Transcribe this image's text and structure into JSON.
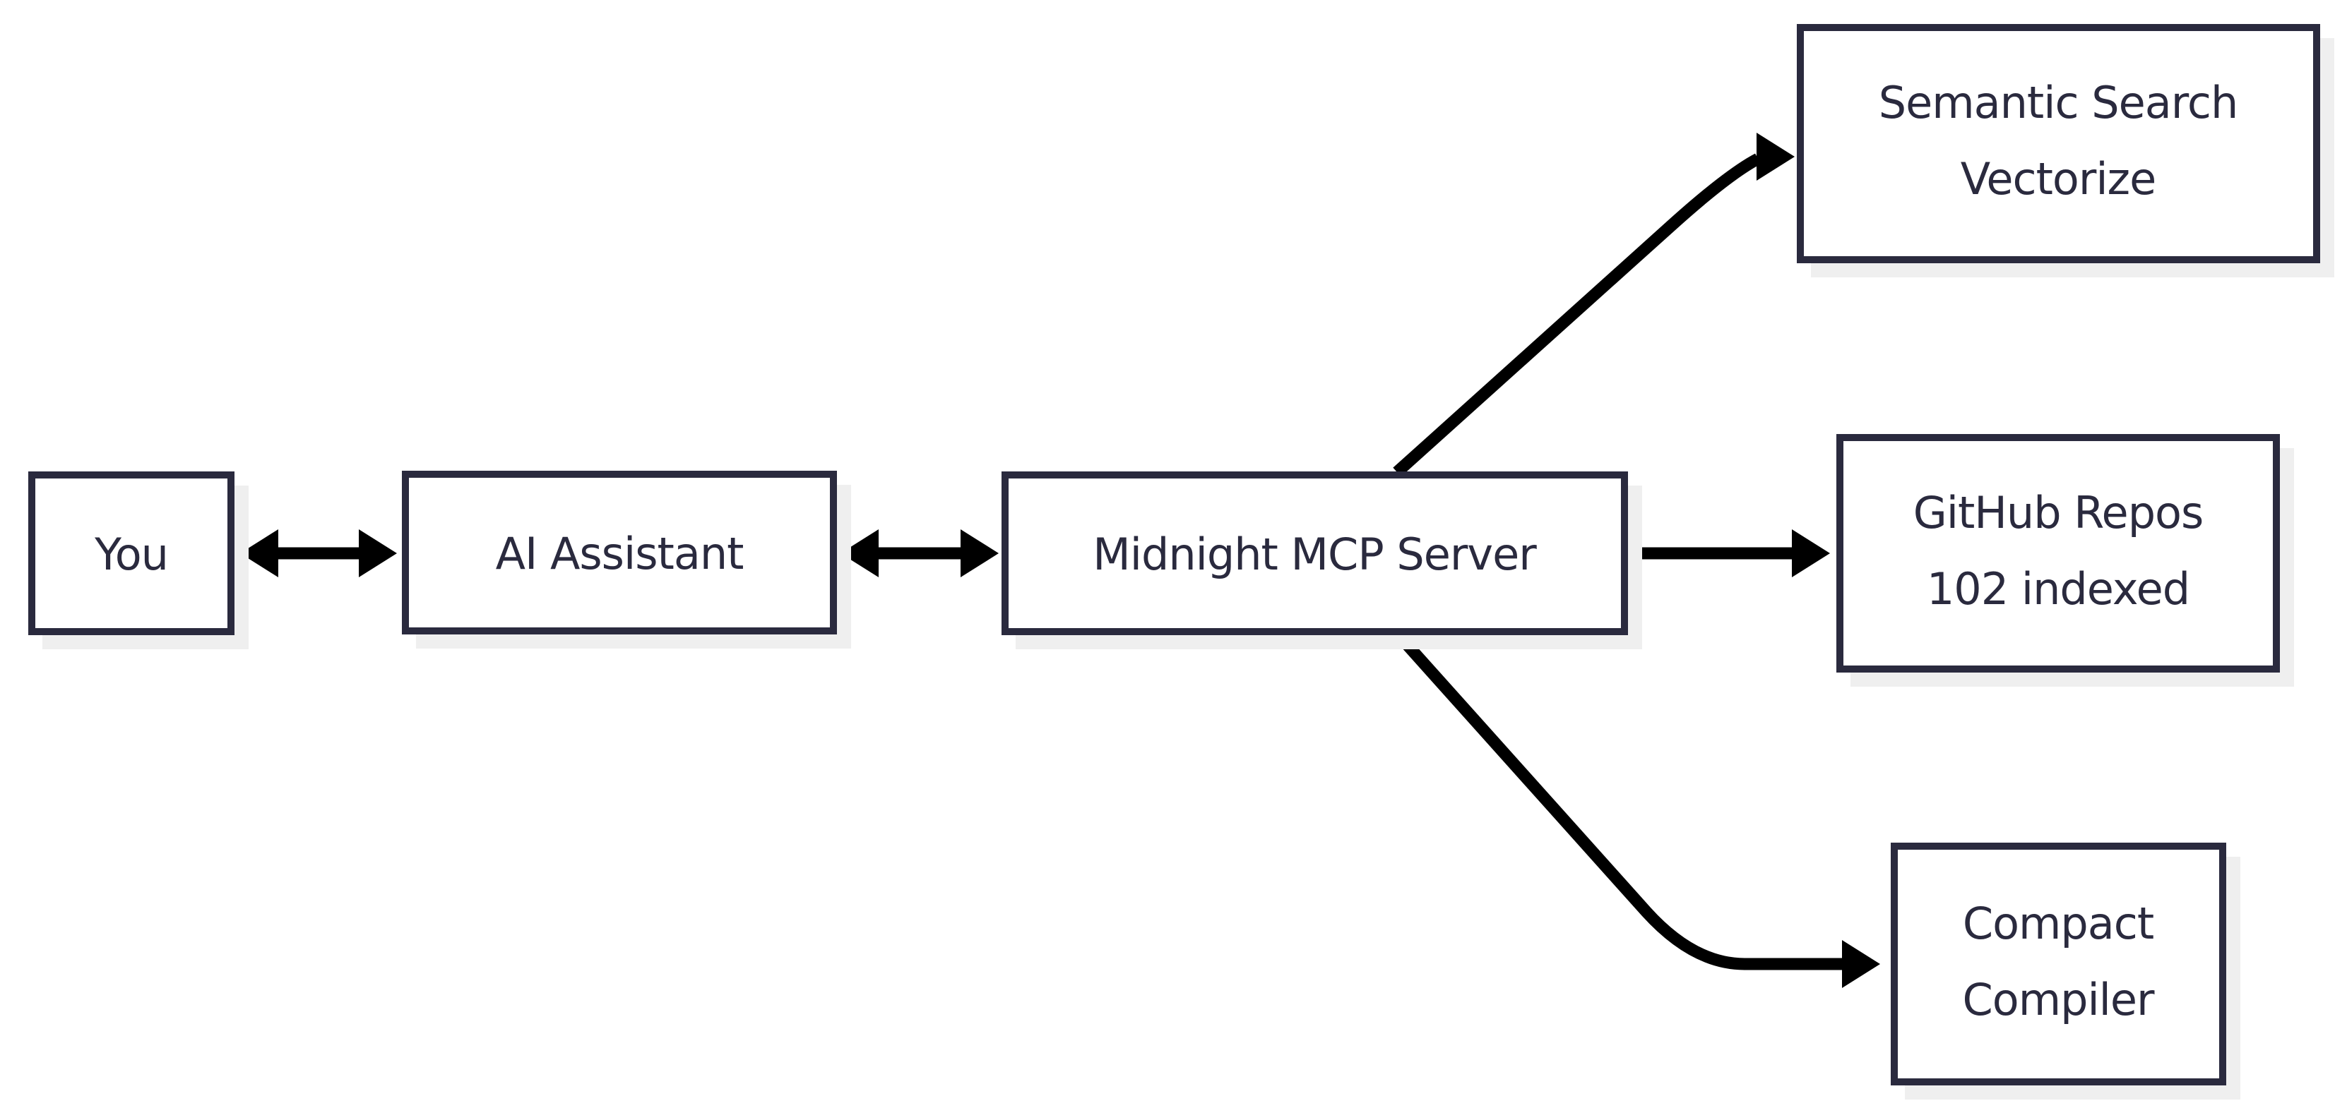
{
  "diagram": {
    "colors": {
      "page_bg": "#ffffff",
      "node_fill": "#ffffff",
      "node_border": "#2a2a3e",
      "node_shadow": "#efefef",
      "text_color": "#2a2a3e",
      "arrow_color": "#000000"
    },
    "nodes": [
      {
        "id": "you",
        "label": "You"
      },
      {
        "id": "ai-assistant",
        "label": "AI Assistant"
      },
      {
        "id": "mcp-server",
        "label": "Midnight MCP Server"
      },
      {
        "id": "semantic-search",
        "label_line1": "Semantic Search",
        "label_line2": "Vectorize"
      },
      {
        "id": "github-repos",
        "label_line1": "GitHub Repos",
        "label_line2": "102 indexed"
      },
      {
        "id": "compact-compiler",
        "label_line1": "Compact",
        "label_line2": "Compiler"
      }
    ],
    "edges": [
      {
        "from": "you",
        "to": "ai-assistant",
        "direction": "bidirectional"
      },
      {
        "from": "ai-assistant",
        "to": "mcp-server",
        "direction": "bidirectional"
      },
      {
        "from": "mcp-server",
        "to": "semantic-search",
        "direction": "one-way"
      },
      {
        "from": "mcp-server",
        "to": "github-repos",
        "direction": "one-way"
      },
      {
        "from": "mcp-server",
        "to": "compact-compiler",
        "direction": "one-way"
      }
    ]
  }
}
